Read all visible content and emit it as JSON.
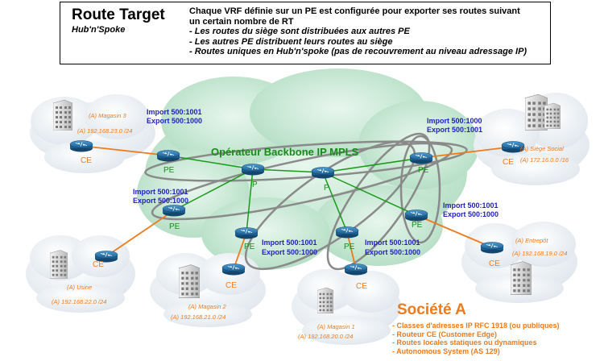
{
  "header": {
    "title": "Route Target",
    "subtitle": "Hub'n'Spoke",
    "description": [
      "Chaque VRF définie sur un PE est configurée pour exporter ses routes suivant",
      "un certain nombre de RT"
    ],
    "bullets": [
      "- Les routes du siège sont distribuées aux autres PE",
      "- Les autres PE distribuent leurs routes au siège",
      "- Routes uniques en Hub'n'spoke (pas de recouvrement au niveau adressage IP)"
    ]
  },
  "backbone": {
    "label": "Opérateur Backbone IP MPLS"
  },
  "router_labels": {
    "pe": "PE",
    "p": "P",
    "ce": "CE"
  },
  "sites": {
    "magasin3": {
      "name": "(A) Magasin 3",
      "subnet": "(A) 192.168.23.0 /24"
    },
    "siege": {
      "name": "(A) Siège Social",
      "subnet": "(A) 172.16.0.0 /16"
    },
    "entrepot": {
      "name": "(A) Entrepôt",
      "subnet": "(A) 192.168.19.0 /24"
    },
    "usine": {
      "name": "(A) Usine",
      "subnet": "(A) 192.168.22.0 /24"
    },
    "magasin2": {
      "name": "(A) Magasin 2",
      "subnet": "(A) 192.168.21.0 /24"
    },
    "magasin1": {
      "name": "(A) Magasin 1",
      "subnet": "(A) 192.168.20.0 /24"
    }
  },
  "rt": {
    "pe_magasin3": {
      "import": "Import 500:1001",
      "export": "Export 500:1000"
    },
    "pe_siege": {
      "import": "Import 500:1000",
      "export": "Export 500:1001"
    },
    "pe_usine": {
      "import": "Import 500:1001",
      "export": "Export 500:1000"
    },
    "pe_entrepot": {
      "import": "Import 500:1001",
      "export": "Export 500:1000"
    },
    "pe_magasin2": {
      "import": "Import 500:1001",
      "export": "Export 500:1000"
    },
    "pe_magasin1": {
      "import": "Import 500:1001",
      "export": "Export 500:1000"
    }
  },
  "societe": {
    "title": "Société A",
    "items": [
      "- Classes d'adresses IP RFC 1918 (ou publiques)",
      "- Routeur CE (Customer Edge)",
      "- Routes locales statiques ou dynamiques",
      "- Autonomous System (AS 129)"
    ]
  },
  "colors": {
    "pe_link": "#ee7a1c",
    "core_link": "#1a9a1a",
    "rt_text": "#1f1fbf",
    "site_text": "#ee7a1c",
    "backbone_text": "#1a8a1a",
    "vrf_ring": "#8a8a8a"
  }
}
